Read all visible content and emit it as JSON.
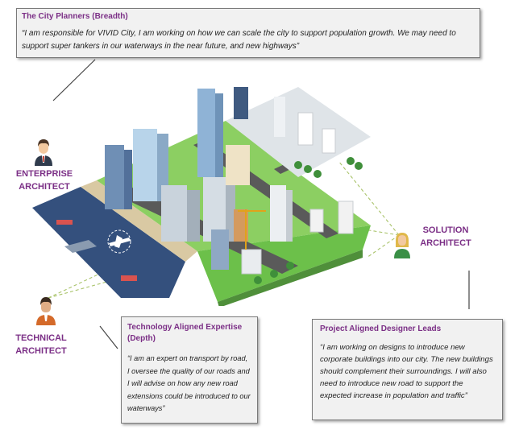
{
  "planners": {
    "title": "The City Planners (Breadth)",
    "quote": "“I am responsible for VIVID City, I am working on how we can scale the city to support population growth. We may need to support super tankers in our waterways in the near future, and new highways”"
  },
  "technology": {
    "title": "Technology Aligned Expertise (Depth)",
    "quote": "“I am an expert on transport by road, I oversee the quality of our roads and I will advise on how any new road extensions  could be introduced to our waterways”"
  },
  "project": {
    "title": "Project Aligned Designer Leads",
    "quote": "“I am working on designs to introduce new corporate buildings into our city. The new buildings should complement their surroundings. I will also need to introduce new road to support the expected increase in population and traffic”"
  },
  "roles": {
    "enterprise": "ENTERPRISE ARCHITECT",
    "solution": "SOLUTION ARCHITECT",
    "technical": "TECHNICAL ARCHITECT"
  },
  "colors": {
    "accent": "#7b2f86",
    "water": "#34507d",
    "grass": "#6cc04a",
    "road": "#5a5a5a"
  }
}
